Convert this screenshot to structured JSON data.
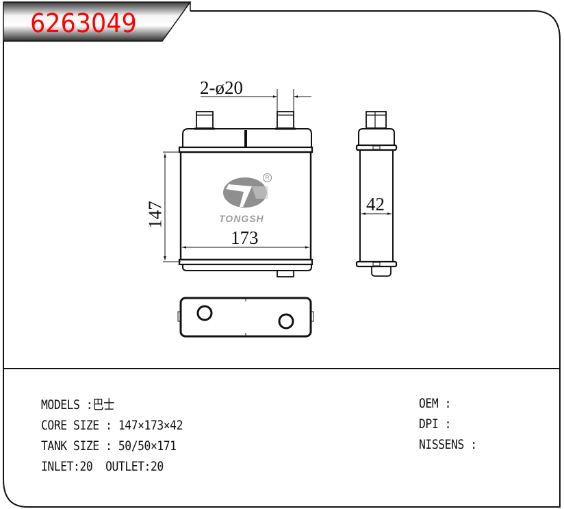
{
  "header": {
    "part_number": "6263049",
    "part_number_color": "#ff0000"
  },
  "drawing": {
    "dimensions": {
      "pipe_label": "2-ø20",
      "core_height": "147",
      "core_width": "173",
      "core_depth": "42"
    },
    "logo": {
      "brand": "TONGSH",
      "registered_mark": "R"
    }
  },
  "specs": {
    "left": [
      {
        "label": "MODELS",
        "sep": " :",
        "value": "巴士"
      },
      {
        "label": "CORE SIZE",
        "sep": " : ",
        "value": "147×173×42"
      },
      {
        "label": "TANK SIZE",
        "sep": " : ",
        "value": "50/50×171"
      },
      {
        "label": "INLET",
        "sep": ":",
        "value": "20  OUTLET:20"
      }
    ],
    "right": [
      {
        "label": "OEM",
        "sep": " :",
        "value": ""
      },
      {
        "label": "DPI",
        "sep": " :",
        "value": ""
      },
      {
        "label": "NISSENS",
        "sep": " :",
        "value": ""
      }
    ]
  }
}
